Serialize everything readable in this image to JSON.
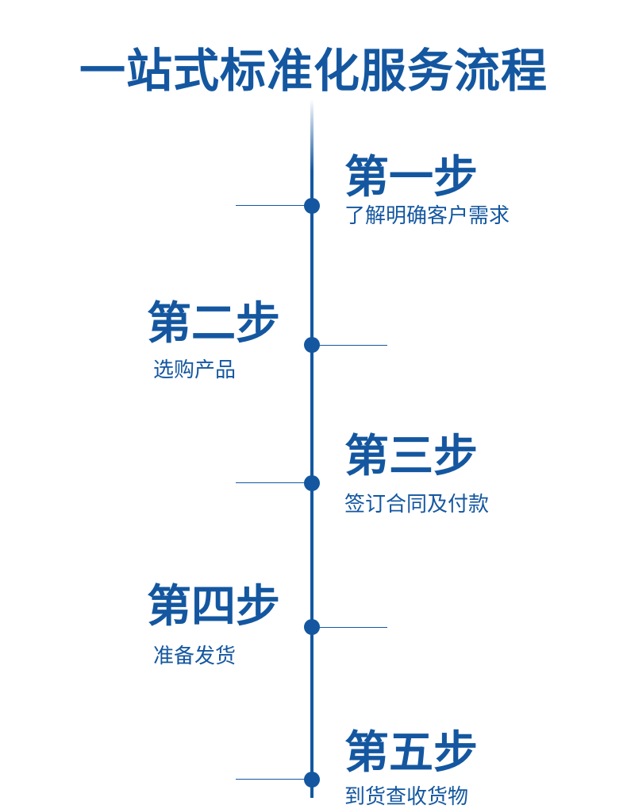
{
  "title": "一站式标准化服务流程",
  "colors": {
    "accent": "#1457a0",
    "background": "#ffffff"
  },
  "steps": [
    {
      "title": "第一步",
      "desc": "了解明确客户需求"
    },
    {
      "title": "第二步",
      "desc": "选购产品"
    },
    {
      "title": "第三步",
      "desc": "签订合同及付款"
    },
    {
      "title": "第四步",
      "desc": "准备发货"
    },
    {
      "title": "第五步",
      "desc": "到货查收货物"
    }
  ]
}
